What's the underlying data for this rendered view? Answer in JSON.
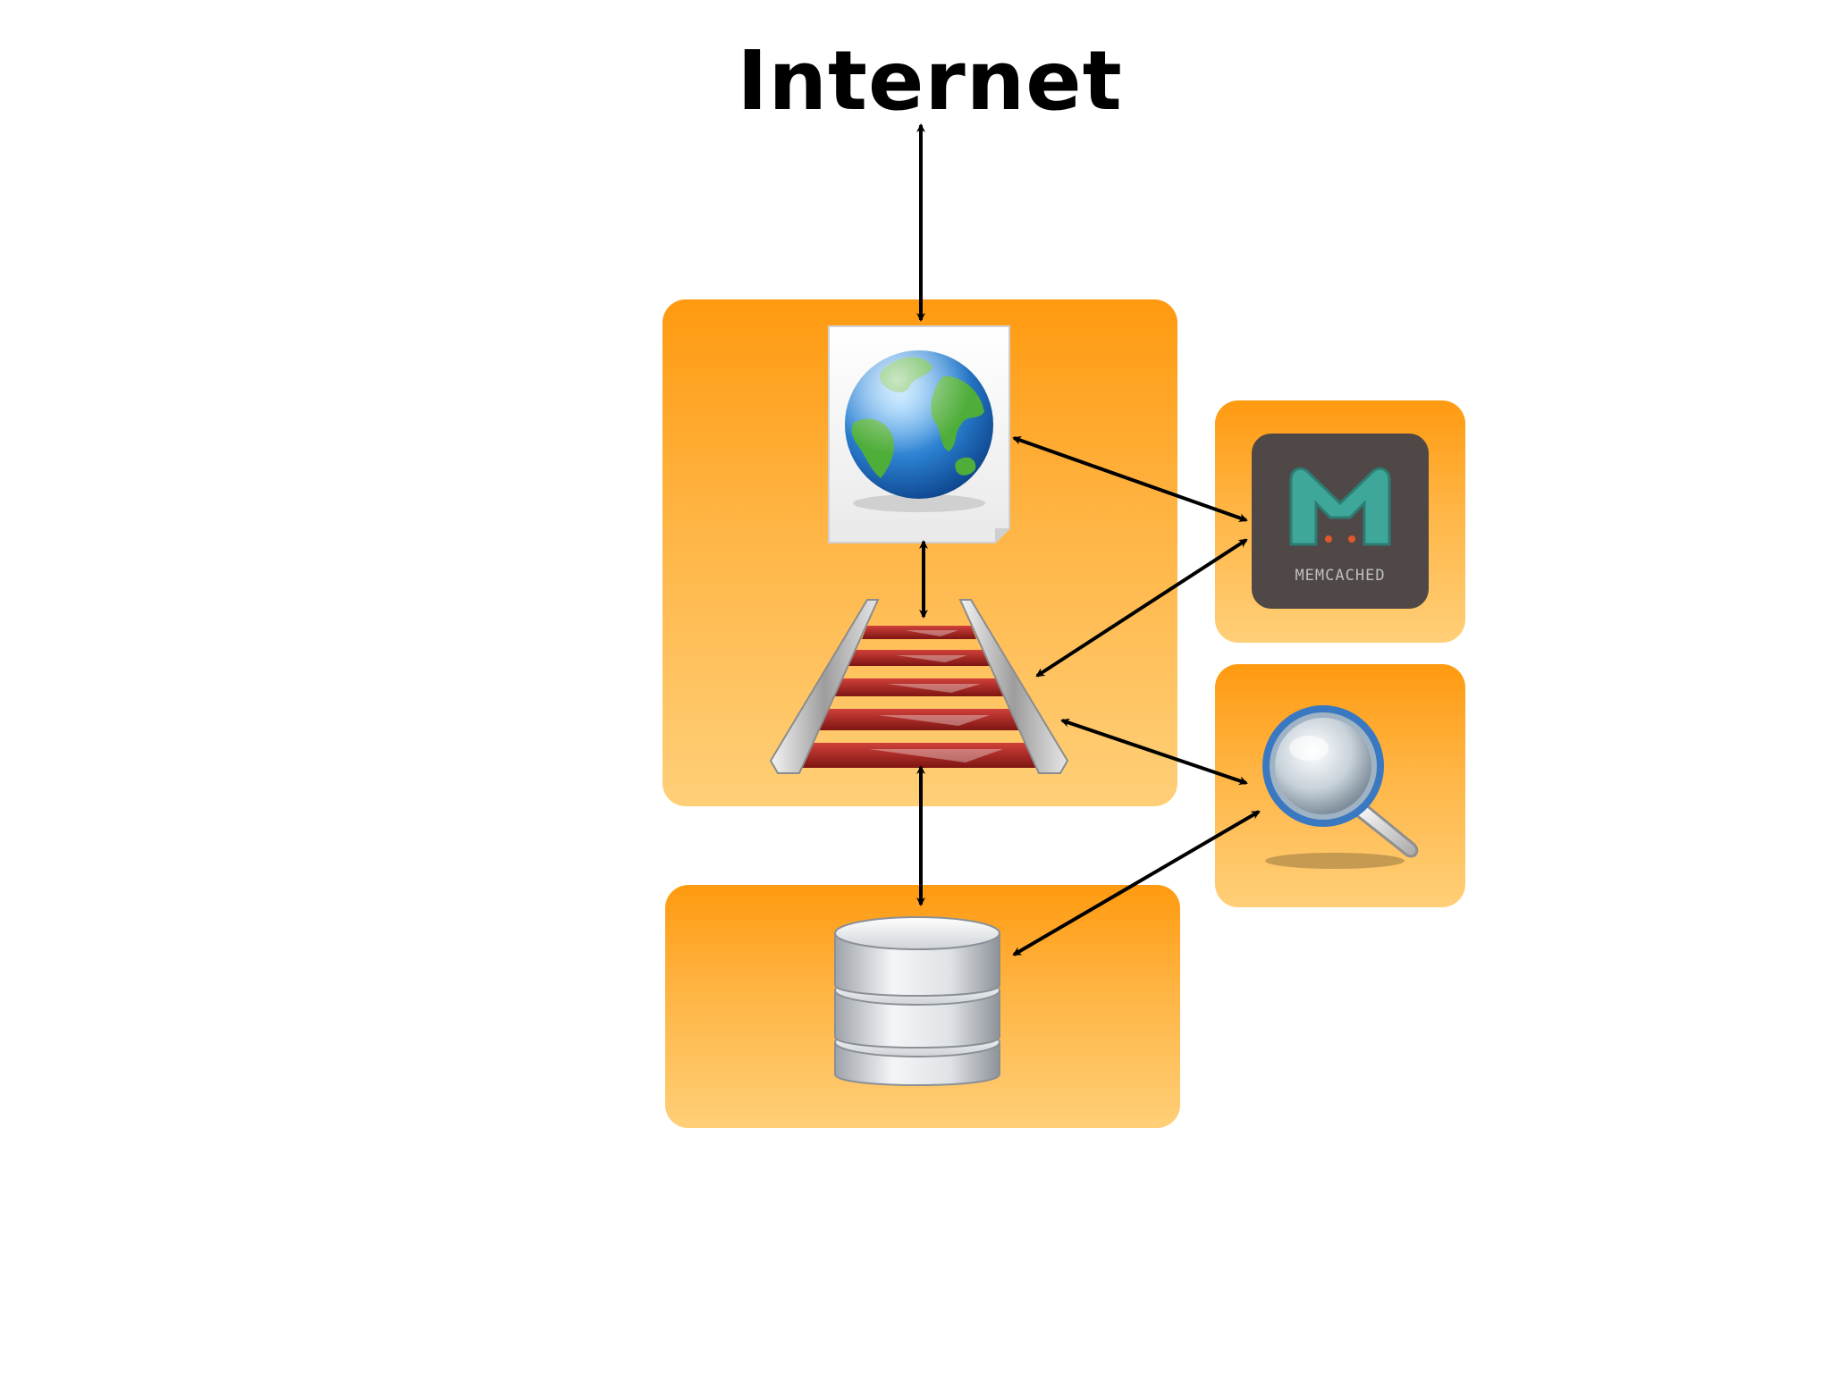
{
  "diagram": {
    "title": "Internet",
    "memcached_logo_text": "MEMCACHED",
    "icons": [
      "web-page-icon",
      "rails-icon",
      "memcached-icon",
      "search-icon",
      "database-icon"
    ],
    "colors": {
      "panel_top": "#ff9a10",
      "panel_bottom": "#ffcf78",
      "arrow": "#000000",
      "memcached_bg": "#4f4846",
      "memcached_teal": "#3fa79a",
      "rails_red": "#a3221f"
    },
    "connections": [
      {
        "from": "title",
        "to": "web-page-icon",
        "direction": "both"
      },
      {
        "from": "web-page-icon",
        "to": "rails-icon",
        "direction": "both"
      },
      {
        "from": "web-page-icon",
        "to": "memcached-icon",
        "direction": "both"
      },
      {
        "from": "rails-icon",
        "to": "memcached-icon",
        "direction": "both"
      },
      {
        "from": "rails-icon",
        "to": "search-icon",
        "direction": "both"
      },
      {
        "from": "rails-icon",
        "to": "database-icon",
        "direction": "both"
      },
      {
        "from": "search-icon",
        "to": "database-icon",
        "direction": "both"
      }
    ]
  }
}
